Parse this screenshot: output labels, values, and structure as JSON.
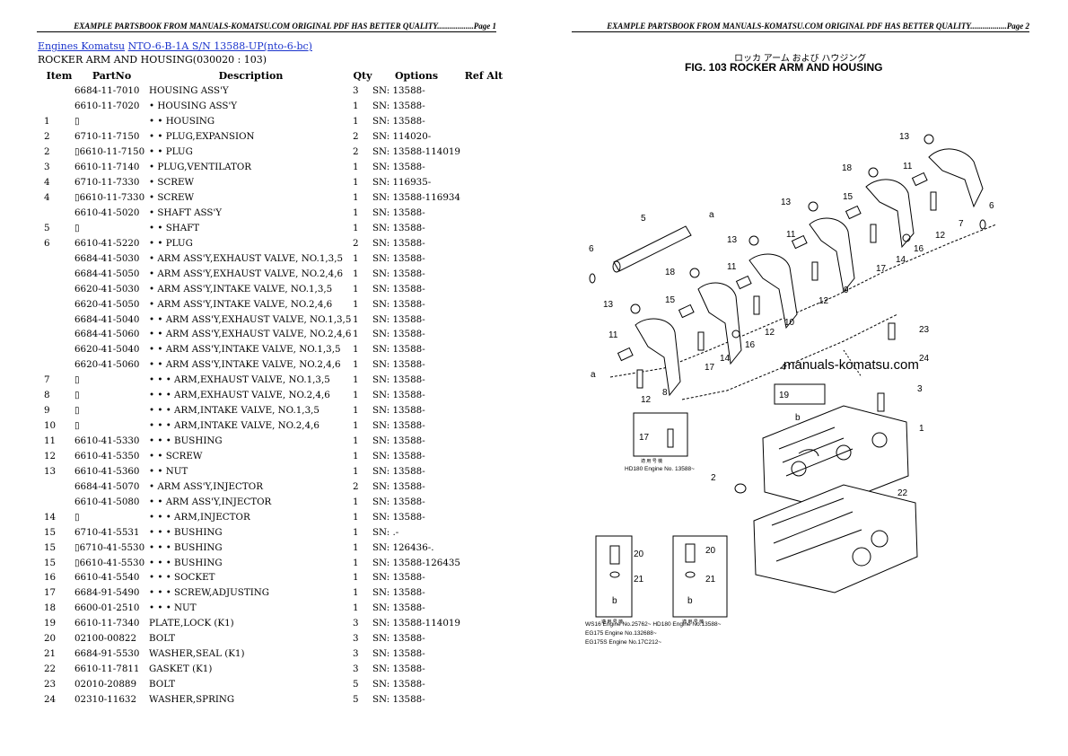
{
  "header": {
    "page1": "EXAMPLE PARTSBOOK FROM MANUALS-KOMATSU.COM ORIGINAL PDF HAS BETTER QUALITY..................Page 1",
    "page2": "EXAMPLE PARTSBOOK FROM MANUALS-KOMATSU.COM ORIGINAL PDF HAS BETTER QUALITY..................Page 2"
  },
  "breadcrumb": {
    "link1": "Engines Komatsu",
    "link2": "NTO-6-B-1A S/N 13588-UP(nto-6-bc)"
  },
  "section_title": "ROCKER ARM AND HOUSING(030020 : 103)",
  "table": {
    "columns": [
      "Item",
      "PartNo",
      "Description",
      "Qty",
      "Options",
      "Ref Alt"
    ],
    "rows": [
      [
        "",
        "6684-11-7010",
        "HOUSING ASS'Y",
        "3",
        "SN: 13588-"
      ],
      [
        "",
        "6610-11-7020",
        "• HOUSING ASS'Y",
        "1",
        "SN: 13588-"
      ],
      [
        "1",
        "▯",
        "• • HOUSING",
        "1",
        "SN: 13588-"
      ],
      [
        "2",
        "6710-11-7150",
        "• • PLUG,EXPANSION",
        "2",
        "SN: 114020-"
      ],
      [
        "2",
        "▯6610-11-7150",
        "• • PLUG",
        "2",
        "SN: 13588-114019"
      ],
      [
        "3",
        "6610-11-7140",
        "• PLUG,VENTILATOR",
        "1",
        "SN: 13588-"
      ],
      [
        "4",
        "6710-11-7330",
        "• SCREW",
        "1",
        "SN: 116935-"
      ],
      [
        "4",
        "▯6610-11-7330",
        "• SCREW",
        "1",
        "SN: 13588-116934"
      ],
      [
        "",
        "6610-41-5020",
        "• SHAFT ASS'Y",
        "1",
        "SN: 13588-"
      ],
      [
        "5",
        "▯",
        "• • SHAFT",
        "1",
        "SN: 13588-"
      ],
      [
        "6",
        "6610-41-5220",
        "• • PLUG",
        "2",
        "SN: 13588-"
      ],
      [
        "",
        "6684-41-5030",
        "• ARM ASS'Y,EXHAUST VALVE, NO.1,3,5",
        "1",
        "SN: 13588-"
      ],
      [
        "",
        "6684-41-5050",
        "• ARM ASS'Y,EXHAUST VALVE, NO.2,4,6",
        "1",
        "SN: 13588-"
      ],
      [
        "",
        "6620-41-5030",
        "• ARM ASS'Y,INTAKE VALVE, NO.1,3,5",
        "1",
        "SN: 13588-"
      ],
      [
        "",
        "6620-41-5050",
        "• ARM ASS'Y,INTAKE VALVE, NO.2,4,6",
        "1",
        "SN: 13588-"
      ],
      [
        "",
        "6684-41-5040",
        "• • ARM ASS'Y,EXHAUST VALVE, NO.1,3,5",
        "1",
        "SN: 13588-"
      ],
      [
        "",
        "6684-41-5060",
        "• • ARM ASS'Y,EXHAUST VALVE, NO.2,4,6",
        "1",
        "SN: 13588-"
      ],
      [
        "",
        "6620-41-5040",
        "• • ARM ASS'Y,INTAKE VALVE, NO.1,3,5",
        "1",
        "SN: 13588-"
      ],
      [
        "",
        "6620-41-5060",
        "• • ARM ASS'Y,INTAKE VALVE, NO.2,4,6",
        "1",
        "SN: 13588-"
      ],
      [
        "7",
        "▯",
        "• • • ARM,EXHAUST VALVE, NO.1,3,5",
        "1",
        "SN: 13588-"
      ],
      [
        "8",
        "▯",
        "• • • ARM,EXHAUST VALVE, NO.2,4,6",
        "1",
        "SN: 13588-"
      ],
      [
        "9",
        "▯",
        "• • • ARM,INTAKE VALVE, NO.1,3,5",
        "1",
        "SN: 13588-"
      ],
      [
        "10",
        "▯",
        "• • • ARM,INTAKE VALVE, NO.2,4,6",
        "1",
        "SN: 13588-"
      ],
      [
        "11",
        "6610-41-5330",
        "• • • BUSHING",
        "1",
        "SN: 13588-"
      ],
      [
        "12",
        "6610-41-5350",
        "• • SCREW",
        "1",
        "SN: 13588-"
      ],
      [
        "13",
        "6610-41-5360",
        "• • NUT",
        "1",
        "SN: 13588-"
      ],
      [
        "",
        "6684-41-5070",
        "• ARM ASS'Y,INJECTOR",
        "2",
        "SN: 13588-"
      ],
      [
        "",
        "6610-41-5080",
        "• • ARM ASS'Y,INJECTOR",
        "1",
        "SN: 13588-"
      ],
      [
        "14",
        "▯",
        "• • • ARM,INJECTOR",
        "1",
        "SN: 13588-"
      ],
      [
        "15",
        "6710-41-5531",
        "• • • BUSHING",
        "1",
        "SN: .-"
      ],
      [
        "15",
        "▯6710-41-5530",
        "• • • BUSHING",
        "1",
        "SN: 126436-."
      ],
      [
        "15",
        "▯6610-41-5530",
        "• • • BUSHING",
        "1",
        "SN: 13588-126435"
      ],
      [
        "16",
        "6610-41-5540",
        "• • • SOCKET",
        "1",
        "SN: 13588-"
      ],
      [
        "17",
        "6684-91-5490",
        "• • • SCREW,ADJUSTING",
        "1",
        "SN: 13588-"
      ],
      [
        "18",
        "6600-01-2510",
        "• • • NUT",
        "1",
        "SN: 13588-"
      ],
      [
        "19",
        "6610-11-7340",
        "PLATE,LOCK (K1)",
        "3",
        "SN: 13588-114019"
      ],
      [
        "20",
        "02100-00822",
        "BOLT",
        "3",
        "SN: 13588-"
      ],
      [
        "21",
        "6684-91-5530",
        "WASHER,SEAL (K1)",
        "3",
        "SN: 13588-"
      ],
      [
        "22",
        "6610-11-7811",
        "GASKET (K1)",
        "3",
        "SN: 13588-"
      ],
      [
        "23",
        "02010-20889",
        "BOLT",
        "5",
        "SN: 13588-"
      ],
      [
        "24",
        "02310-11632",
        "WASHER,SPRING",
        "5",
        "SN: 13588-"
      ]
    ]
  },
  "figure": {
    "jp_title": "ロッカ アーム および ハウジング",
    "title": "FIG. 103  ROCKER ARM AND HOUSING",
    "watermark": "manuals-komatsu.com",
    "inset_top_caption": "適 用 号 機",
    "inset_top_note": "HD180 Engine No. 13588~",
    "inset_bottom_caption_left": "適 用 号 機",
    "inset_bottom_caption_right": "適 用 号 機",
    "bottom_notes": [
      "WS16   Engine No.25762~  HD180 Engine No.13588~",
      "EG175  Engine No.132688~",
      "EG175S Engine No.17C212~"
    ],
    "callouts": [
      "1",
      "2",
      "3",
      "4",
      "5",
      "6",
      "7",
      "8",
      "9",
      "10",
      "11",
      "12",
      "13",
      "14",
      "15",
      "16",
      "17",
      "18",
      "19",
      "20",
      "21",
      "22",
      "23",
      "24",
      "a",
      "b"
    ]
  }
}
